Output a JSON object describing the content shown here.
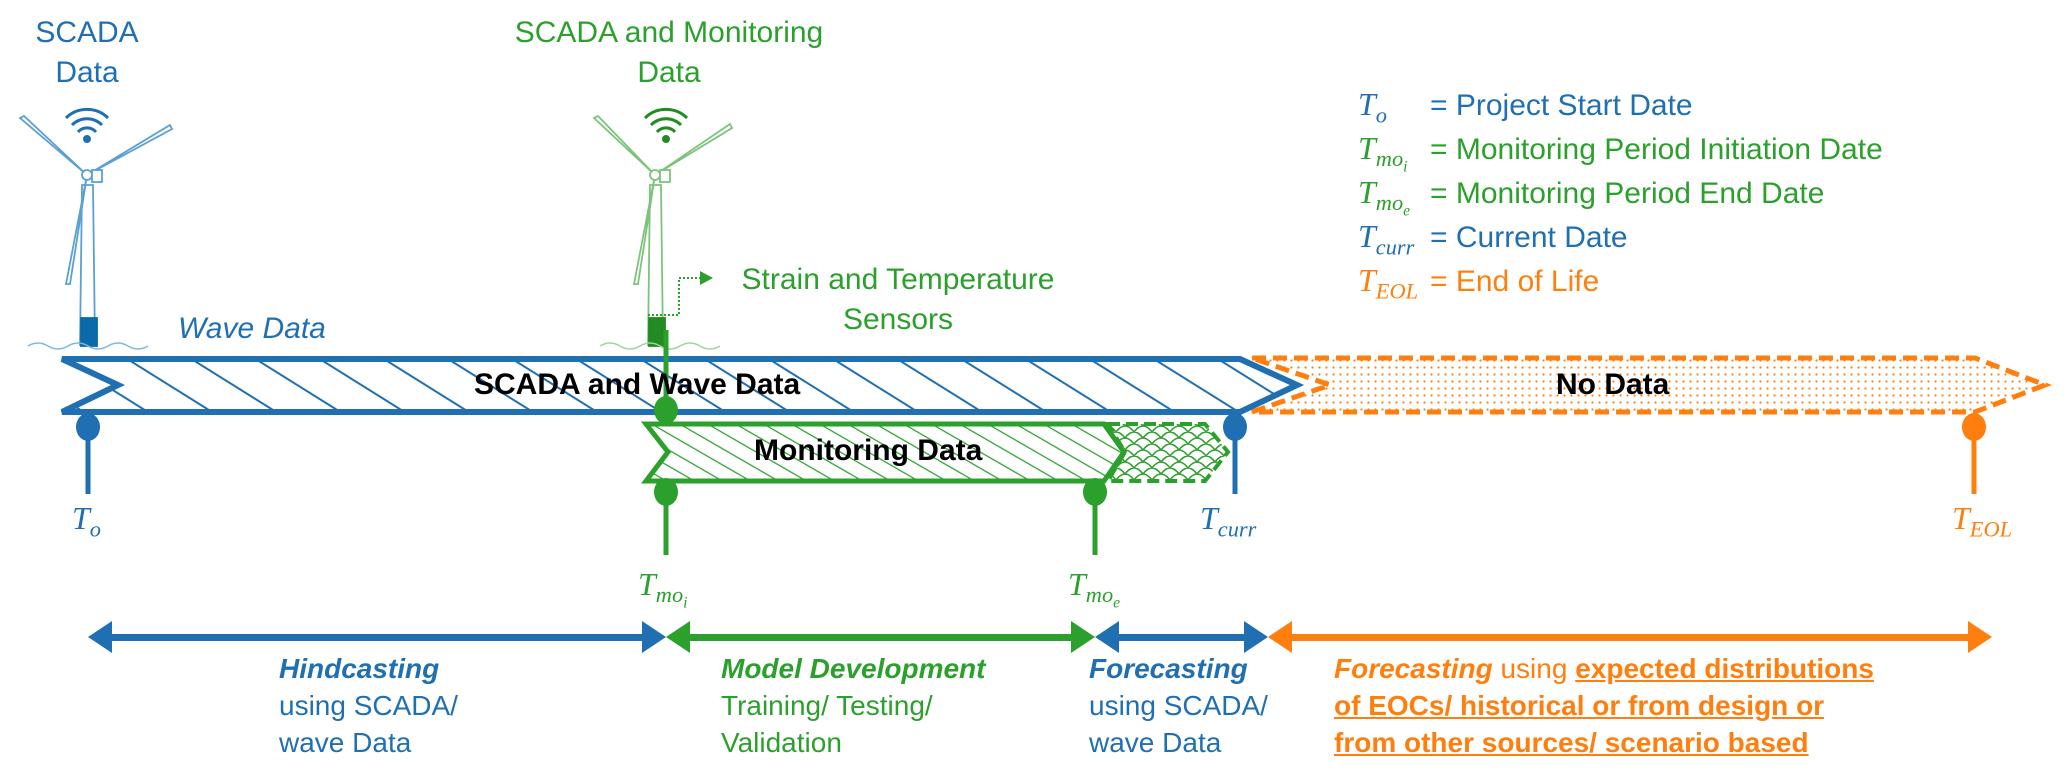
{
  "colors": {
    "blue": "#1f6fb2",
    "green": "#2ca02c",
    "orange": "#ff7f0e",
    "dark_blue": "#0b6aa8",
    "dark_green": "#228b22"
  },
  "turbines": [
    {
      "title_line1": "SCADA",
      "title_line2": "Data",
      "icon": "wifi-icon",
      "color": "blue"
    },
    {
      "title_line1": "SCADA and Monitoring",
      "title_line2": "Data",
      "icon": "wifi-icon",
      "color": "green"
    }
  ],
  "wave_label": "Wave Data",
  "sensor_label_line1": "Strain and Temperature",
  "sensor_label_line2": "Sensors",
  "bars": {
    "scada": "SCADA and Wave Data",
    "monitoring": "Monitoring Data",
    "no_data": "No Data"
  },
  "milestones": [
    {
      "id": "To",
      "base": "T",
      "sub": "o",
      "color": "blue"
    },
    {
      "id": "Tmoi",
      "base": "T",
      "sub": "mo",
      "subsub": "i",
      "color": "green"
    },
    {
      "id": "Tmoe",
      "base": "T",
      "sub": "mo",
      "subsub": "e",
      "color": "green"
    },
    {
      "id": "Tcurr",
      "base": "T",
      "sub": "curr",
      "color": "blue"
    },
    {
      "id": "TEOL",
      "base": "T",
      "sub": "EOL",
      "color": "orange"
    }
  ],
  "legend": [
    {
      "sub": "o",
      "subsub": "",
      "text": "= Project Start Date",
      "color": "blue"
    },
    {
      "sub": "mo",
      "subsub": "i",
      "text": "= Monitoring Period Initiation Date",
      "color": "green"
    },
    {
      "sub": "mo",
      "subsub": "e",
      "text": "= Monitoring Period End Date",
      "color": "green"
    },
    {
      "sub": "curr",
      "subsub": "",
      "text": "= Current Date",
      "color": "blue"
    },
    {
      "sub": "EOL",
      "subsub": "",
      "text": "= End of Life",
      "color": "orange"
    }
  ],
  "phases": {
    "hindcasting": {
      "title": "Hindcasting",
      "line1": "using SCADA/",
      "line2": "wave Data"
    },
    "model_dev": {
      "title": "Model Development",
      "line1": "Training/ Testing/",
      "line2": "Validation"
    },
    "forecasting": {
      "title": "Forecasting",
      "line1": "using SCADA/",
      "line2": "wave Data"
    },
    "future": {
      "title": "Forecasting",
      "using": " using ",
      "u1": "expected distributions",
      "line2": "of EOCs/ historical or from design or",
      "line3": "from other sources/ scenario based"
    }
  }
}
